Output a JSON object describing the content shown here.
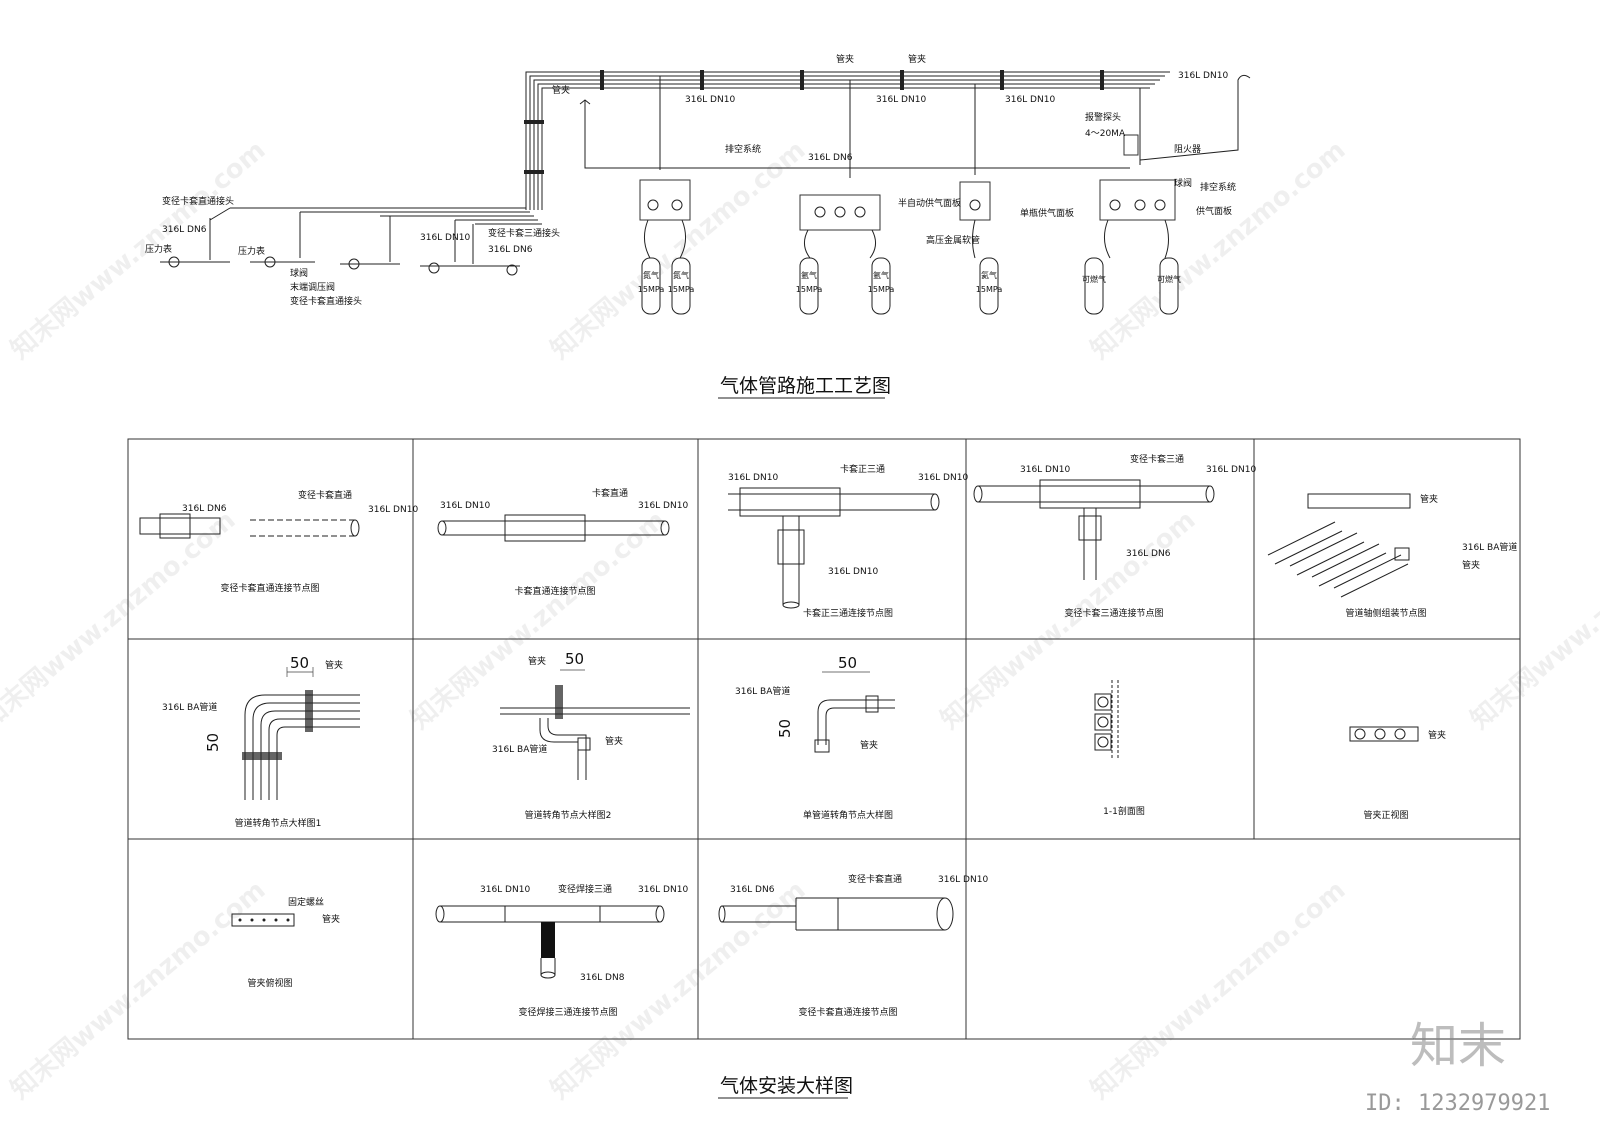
{
  "watermark": {
    "site": "znzmo.com",
    "cn": "知末网www.znzmo.com",
    "logo": "知末",
    "id": "ID: 1232979921"
  },
  "top_diagram": {
    "title": "气体管路施工工艺图",
    "labels": {
      "guanjia1": "管夹",
      "guanjia2": "管夹",
      "guanjia3": "管夹",
      "dn10_main": "316L DN10",
      "dn10_a": "316L DN10",
      "dn10_b": "316L DN10",
      "dn10_c": "316L DN10",
      "dn6_a": "316L DN6",
      "dn6_b": "316L DN6",
      "dn10_left": "316L DN10",
      "dn6_mid": "316L DN6",
      "reducer_left": "变径卡套直通接头",
      "pressure1": "压力表",
      "pressure2": "压力表",
      "ball_valve": "球阀",
      "end_regulator": "末端调压阀",
      "reducer_straight": "变径卡套直通接头",
      "reducer_tee": "变径卡套三通接头",
      "vent": "排空系统",
      "vent2": "排空系统",
      "semi_panel": "半自动供气面板",
      "single_panel": "单瓶供气面板",
      "hose": "高压金属软管",
      "alarm": "报警探头",
      "alarm_range": "4～20MA",
      "flame": "阻火器",
      "ball_valve2": "球阀",
      "supply_panel": "供气面板"
    },
    "cylinders": [
      {
        "gas": "氮气",
        "pressure": "15MPa"
      },
      {
        "gas": "氮气",
        "pressure": "15MPa"
      },
      {
        "gas": "氩气",
        "pressure": "15MPa"
      },
      {
        "gas": "氩气",
        "pressure": "15MPa"
      },
      {
        "gas": "氦气",
        "pressure": "15MPa"
      },
      {
        "gas": "可燃气",
        "pressure": ""
      },
      {
        "gas": "可燃气",
        "pressure": ""
      }
    ]
  },
  "details": {
    "title": "气体安装大样图",
    "cells": [
      {
        "caption": "变径卡套直通连接节点图",
        "labels": [
          "316L DN6",
          "变径卡套直通",
          "316L DN10"
        ]
      },
      {
        "caption": "卡套直通连接节点图",
        "labels": [
          "316L DN10",
          "卡套直通",
          "316L DN10"
        ]
      },
      {
        "caption": "卡套正三通连接节点图",
        "labels": [
          "316L DN10",
          "卡套正三通",
          "316L DN10",
          "316L DN10"
        ]
      },
      {
        "caption": "变径卡套三通连接节点图",
        "labels": [
          "316L DN10",
          "变径卡套三通",
          "316L DN10",
          "316L DN6"
        ]
      },
      {
        "caption": "管道轴侧组装节点图",
        "labels": [
          "管夹",
          "316L BA管道",
          "管夹"
        ]
      },
      {
        "caption": "管道转角节点大样图1",
        "labels": [
          "50",
          "管夹",
          "316L BA管道",
          "50"
        ]
      },
      {
        "caption": "管道转角节点大样图2",
        "labels": [
          "管夹",
          "50",
          "316L BA管道",
          "管夹"
        ]
      },
      {
        "caption": "单管道转角节点大样图",
        "labels": [
          "50",
          "316L BA管道",
          "50",
          "管夹"
        ]
      },
      {
        "caption": "1-1剖面图",
        "labels": []
      },
      {
        "caption": "管夹正视图",
        "labels": [
          "管夹"
        ]
      },
      {
        "caption": "管夹俯视图",
        "labels": [
          "固定螺丝",
          "管夹"
        ]
      },
      {
        "caption": "变径焊接三通连接节点图",
        "labels": [
          "316L DN10",
          "变径焊接三通",
          "316L DN10",
          "316L DN8"
        ]
      },
      {
        "caption": "变径卡套直通连接节点图",
        "labels": [
          "316L DN6",
          "变径卡套直通",
          "316L DN10"
        ]
      }
    ]
  }
}
